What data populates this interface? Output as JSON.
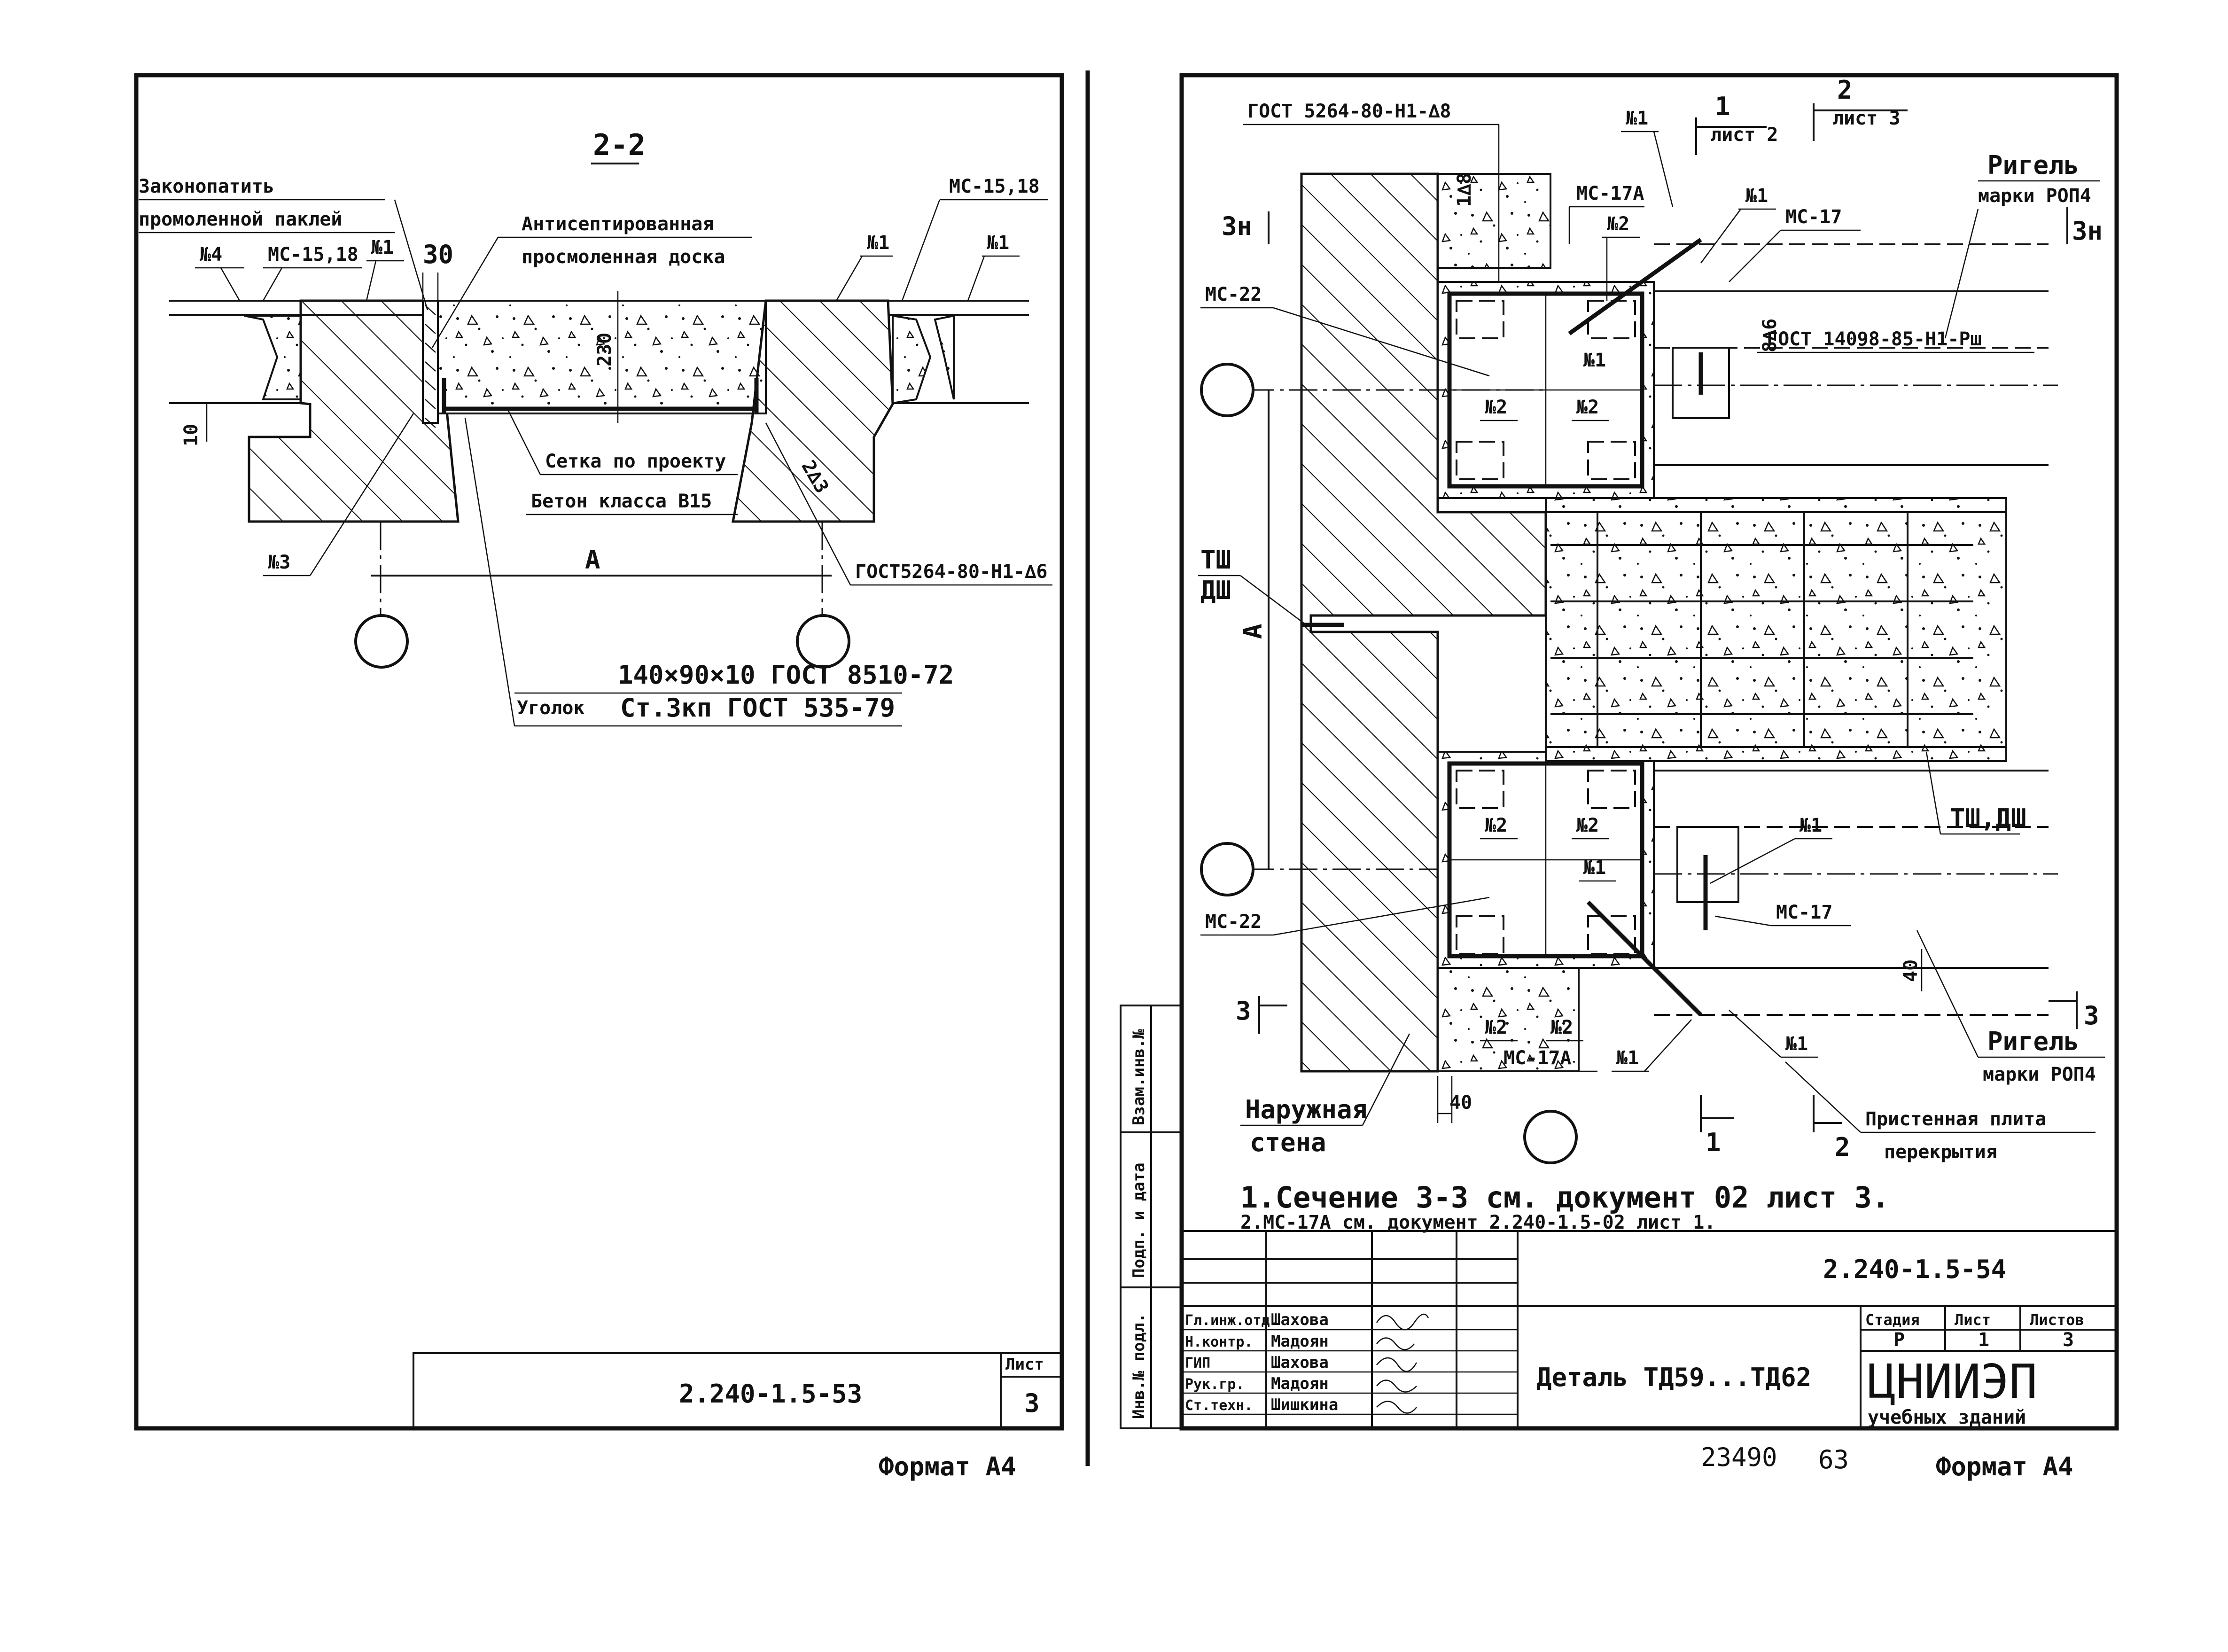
{
  "sheet_left": {
    "section_label": "2-2",
    "labels": {
      "caulk_line1": "Законопатить",
      "caulk_line2": "промоленной паклей",
      "n4": "№4",
      "mc_15_18_a": "МС-15,18",
      "n1_a": "№1",
      "dim_30": "30",
      "board_line1": "Антисептированная",
      "board_line2": "просмоленная доска",
      "n1_b": "№1",
      "mc_15_18_b": "МС-15,18",
      "n1_c": "№1",
      "dim_230": "230",
      "dim_10": "10",
      "mesh": "Сетка по проекту",
      "concrete": "Бетон класса В15",
      "weld": "2∆3",
      "n3": "№3",
      "dim_a": "А",
      "gost_weld": "ГОСТ5264-80-Н1-∆6",
      "angle_spec1": "140×90×10 ГОСТ 8510-72",
      "angle_word": "Уголок",
      "angle_spec2": "Ст.3кп ГОСТ 535-79"
    },
    "title_block": {
      "code": "2.240-1.5-53",
      "sheet_label": "Лист",
      "sheet_no": "3"
    },
    "format": "Формат А4"
  },
  "sheet_right": {
    "labels": {
      "gost_top": "ГОСТ 5264-80-Н1-∆8",
      "n1_top": "№1",
      "cut1": "1",
      "cut1_sheet": "лист 2",
      "cut2": "2",
      "cut2_sheet": "лист 3",
      "rigel": "Ригель",
      "rigel_mark": "марки РОП4",
      "dim_3h_left": "3н",
      "dim_3h_right": "3н",
      "weld_top": "1∆8",
      "mc17a_top": "МС-17А",
      "n1_mid": "№1",
      "mc17_top": "МС-17",
      "n2_top": "№2",
      "mc22_top": "МС-22",
      "weld_mid": "8∆6",
      "gost_mid": "ГОСТ 14098-85-Н1-Рш",
      "n1_box": "№1",
      "n2_a": "№2",
      "n2_b": "№2",
      "tsh": "ТШ",
      "dsh": "ДШ",
      "dim_a": "А",
      "tsh_dsh": "ТШ,ДШ",
      "n2_c": "№2",
      "n2_d": "№2",
      "n1_low": "№1",
      "n1_low2": "№1",
      "mc22_low": "МС-22",
      "mc17_low": "МС-17",
      "dim_40_v": "40",
      "cut3_left": "3",
      "cut3_right": "3",
      "n2_e": "№2",
      "n2_f": "№2",
      "mc17a_low": "МС-17А",
      "n1_e": "№1",
      "n1_f": "№1",
      "rigel_low": "Ригель",
      "rigel_low_mark": "марки РОП4",
      "wall_line1": "Наружная",
      "wall_line2": "стена",
      "dim_40_h": "40",
      "cut1_low": "1",
      "cut2_low": "2",
      "plate_line1": "Пристенная плита",
      "plate_line2": "перекрытия"
    },
    "notes": {
      "note1": "1.Сечение 3-3 см. документ 02 лист 3.",
      "note2": "2.МС-17А см. документ 2.240-1.5-02 лист 1."
    },
    "side_stamp": {
      "col1": "Инв.№ подл.",
      "col2": "Подп. и дата",
      "col3": "Взам.инв.№"
    },
    "title_block": {
      "code": "2.240-1.5-54",
      "stage_header": "Стадия",
      "sheet_header": "Лист",
      "sheets_header": "Листов",
      "stage": "Р",
      "sheet": "1",
      "sheets": "3",
      "title": "Деталь ТД59...ТД62",
      "org": "ЦНИИЭП",
      "org_sub": "учебных зданий",
      "rows": [
        {
          "role": "Гл.инж.отд.",
          "name": "Шахова"
        },
        {
          "role": "Н.контр.",
          "name": "Мадоян"
        },
        {
          "role": "ГИП",
          "name": "Шахова"
        },
        {
          "role": "Рук.гр.",
          "name": "Мадоян"
        },
        {
          "role": "Ст.техн.",
          "name": "Шишкина"
        }
      ]
    },
    "archive_no": "23490",
    "page_no": "63",
    "format": "Формат А4"
  }
}
